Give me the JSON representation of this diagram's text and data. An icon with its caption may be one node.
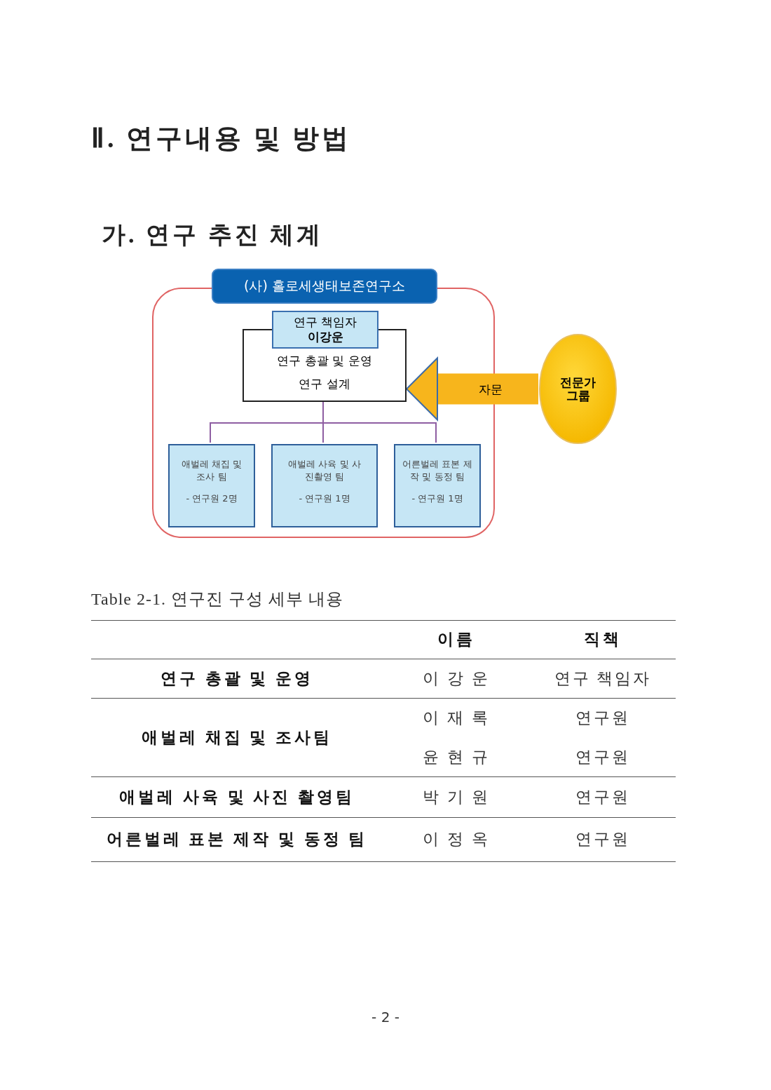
{
  "diagram": {
    "title": "Ⅱ. 연구내용 및 방법",
    "nodes": [
      {
        "text": [
          "(사) 홀로세생태보존연구소"
        ]
      },
      {
        "text": [
          "연구 총괄 및 운영",
          "연구 설계"
        ],
        "in": 0
      },
      {
        "text": [
          "연구 책임자",
          "이강운"
        ],
        "in": 0
      },
      {
        "text": [
          "애벌레 채집 및 조사 팀",
          "- 연구원 2명"
        ],
        "in": 0
      },
      {
        "text": [
          "애벌레 사육 및 사진촬영 팀",
          "- 연구원 1명"
        ],
        "in": 0
      },
      {
        "text": [
          "어른벌레 표본 제작 및 동정 팀",
          "- 연구원 1명"
        ],
        "in": 0
      },
      {
        "text": [
          "전문가 그룹"
        ]
      }
    ],
    "edges": [
      {
        "from": 1,
        "to": 3,
        "arrow": "none",
        "color": "#8e5ea2"
      },
      {
        "from": 1,
        "to": 4,
        "arrow": "none",
        "color": "#8e5ea2"
      },
      {
        "from": 1,
        "to": 5,
        "arrow": "none",
        "color": "#8e5ea2"
      },
      {
        "from": 6,
        "to": 1,
        "arrow": "to",
        "label": "자문",
        "style": "thick",
        "color": "#f7b51c"
      }
    ],
    "labels": [
      "가. 연구 추진 체계",
      "Table 2-1. 연구진 구성 세부 내용",
      "이름",
      "직책",
      "연구 총괄 및 운영",
      "이 강 운",
      "연구 책임자",
      "애벌레 채집 및 조사팀",
      "이 재 록",
      "연구원",
      "윤 현 규",
      "연구원",
      "애벌레 사육 및 사진 촬영팀",
      "박 기 원",
      "연구원",
      "어른벌레 표본 제작 및 동정 팀",
      "이 정 옥",
      "연구원",
      "- 2 -"
    ]
  }
}
